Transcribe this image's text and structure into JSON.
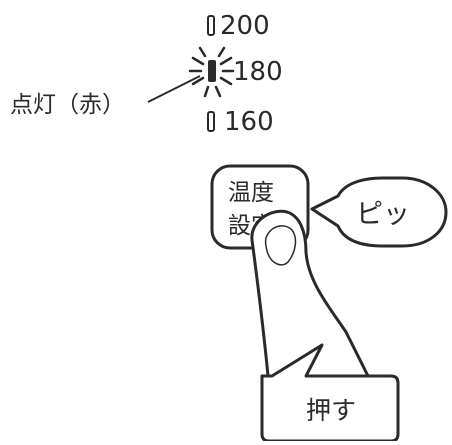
{
  "temperature_scale": {
    "values": [
      "200",
      "180",
      "160"
    ],
    "lit_value": "180"
  },
  "labels": {
    "lit_indicator": "点灯（赤）",
    "button_line1": "温度",
    "button_line2": "設定",
    "beep": "ピッ",
    "press": "押す"
  },
  "colors": {
    "ink": "#2a2a2a",
    "background": "#ffffff"
  }
}
